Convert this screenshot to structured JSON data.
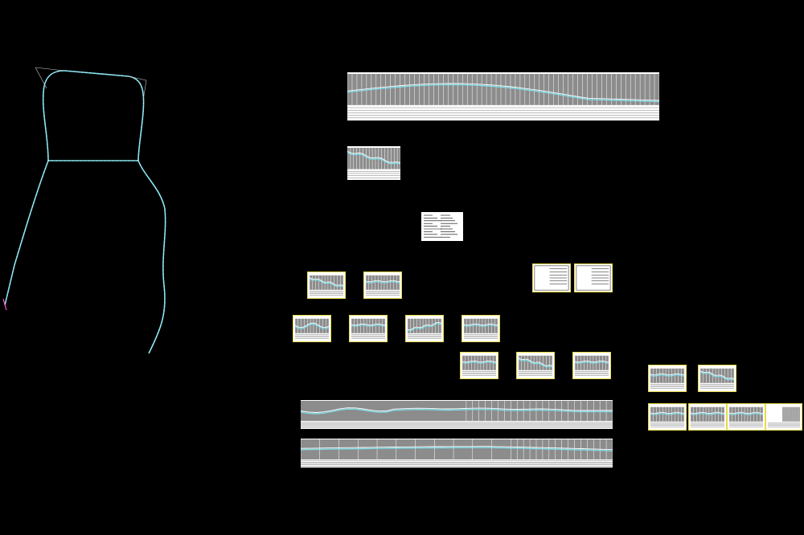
{
  "viewport": {
    "background": "#000000"
  },
  "colors": {
    "alignment_line": "#7fe3f0",
    "alignment_marks": "#ffffff",
    "profile_grid_fill": "#8c8c8c",
    "profile_ground_line": "#ffffff",
    "profile_design_line": "#7fe3f0",
    "sheet_paper": "#ffffff",
    "sheet_frame": "#e8d84a",
    "accent_magenta": "#ff4fd8"
  },
  "drawing": {
    "route_plan": {
      "kind": "road-alignment-plan"
    },
    "profile_sheets": {
      "count": 20
    },
    "legend_note": {
      "kind": "text-block"
    }
  }
}
